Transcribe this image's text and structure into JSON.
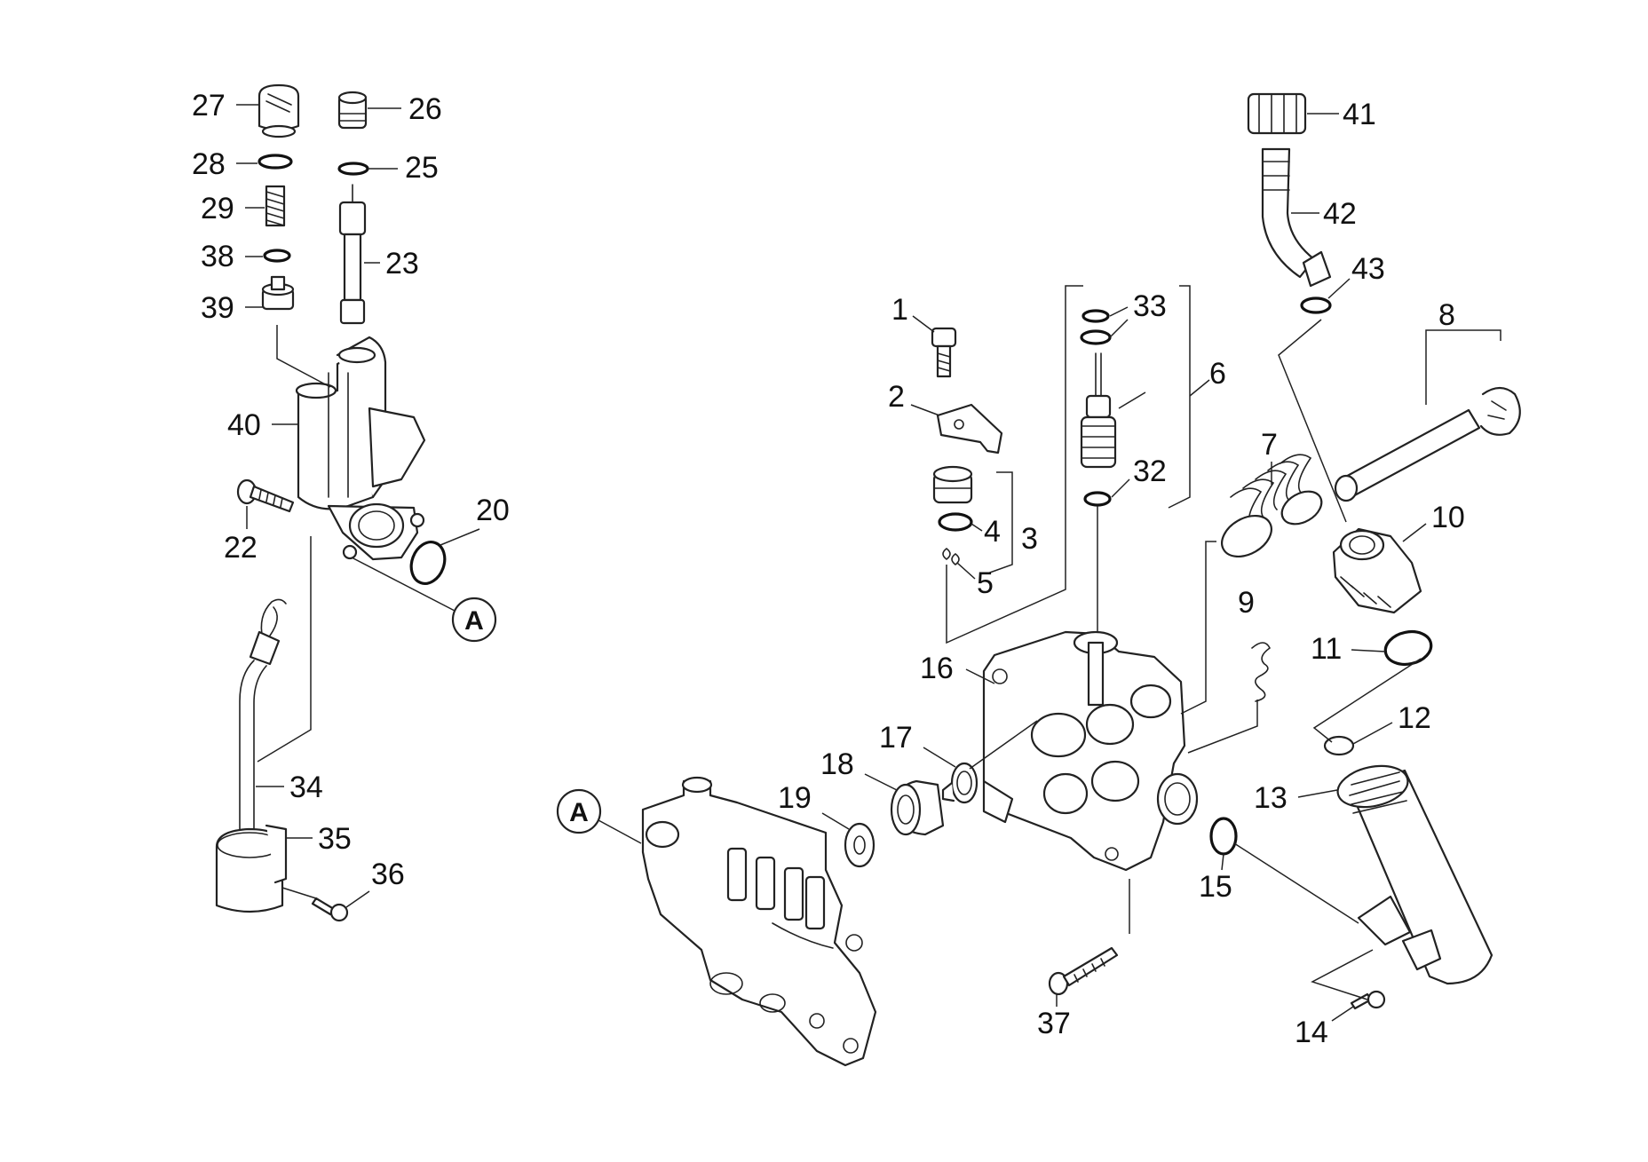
{
  "part_numbers": {
    "p1": "1",
    "p2": "2",
    "p3": "3",
    "p4": "4",
    "p5": "5",
    "p6": "6",
    "p7": "7",
    "p8": "8",
    "p9": "9",
    "p10": "10",
    "p11": "11",
    "p12": "12",
    "p13": "13",
    "p14": "14",
    "p15": "15",
    "p16": "16",
    "p17": "17",
    "p18": "18",
    "p19": "19",
    "p20": "20",
    "p22": "22",
    "p23": "23",
    "p25": "25",
    "p26": "26",
    "p27": "27",
    "p28": "28",
    "p29": "29",
    "p32": "32",
    "p33": "33",
    "p34": "34",
    "p35": "35",
    "p36": "36",
    "p37": "37",
    "p38": "38",
    "p39": "39",
    "p40": "40",
    "p41": "41",
    "p42": "42",
    "p43": "43"
  },
  "reference_marks": {
    "left": "A",
    "right": "A"
  },
  "line_color": "#222222"
}
